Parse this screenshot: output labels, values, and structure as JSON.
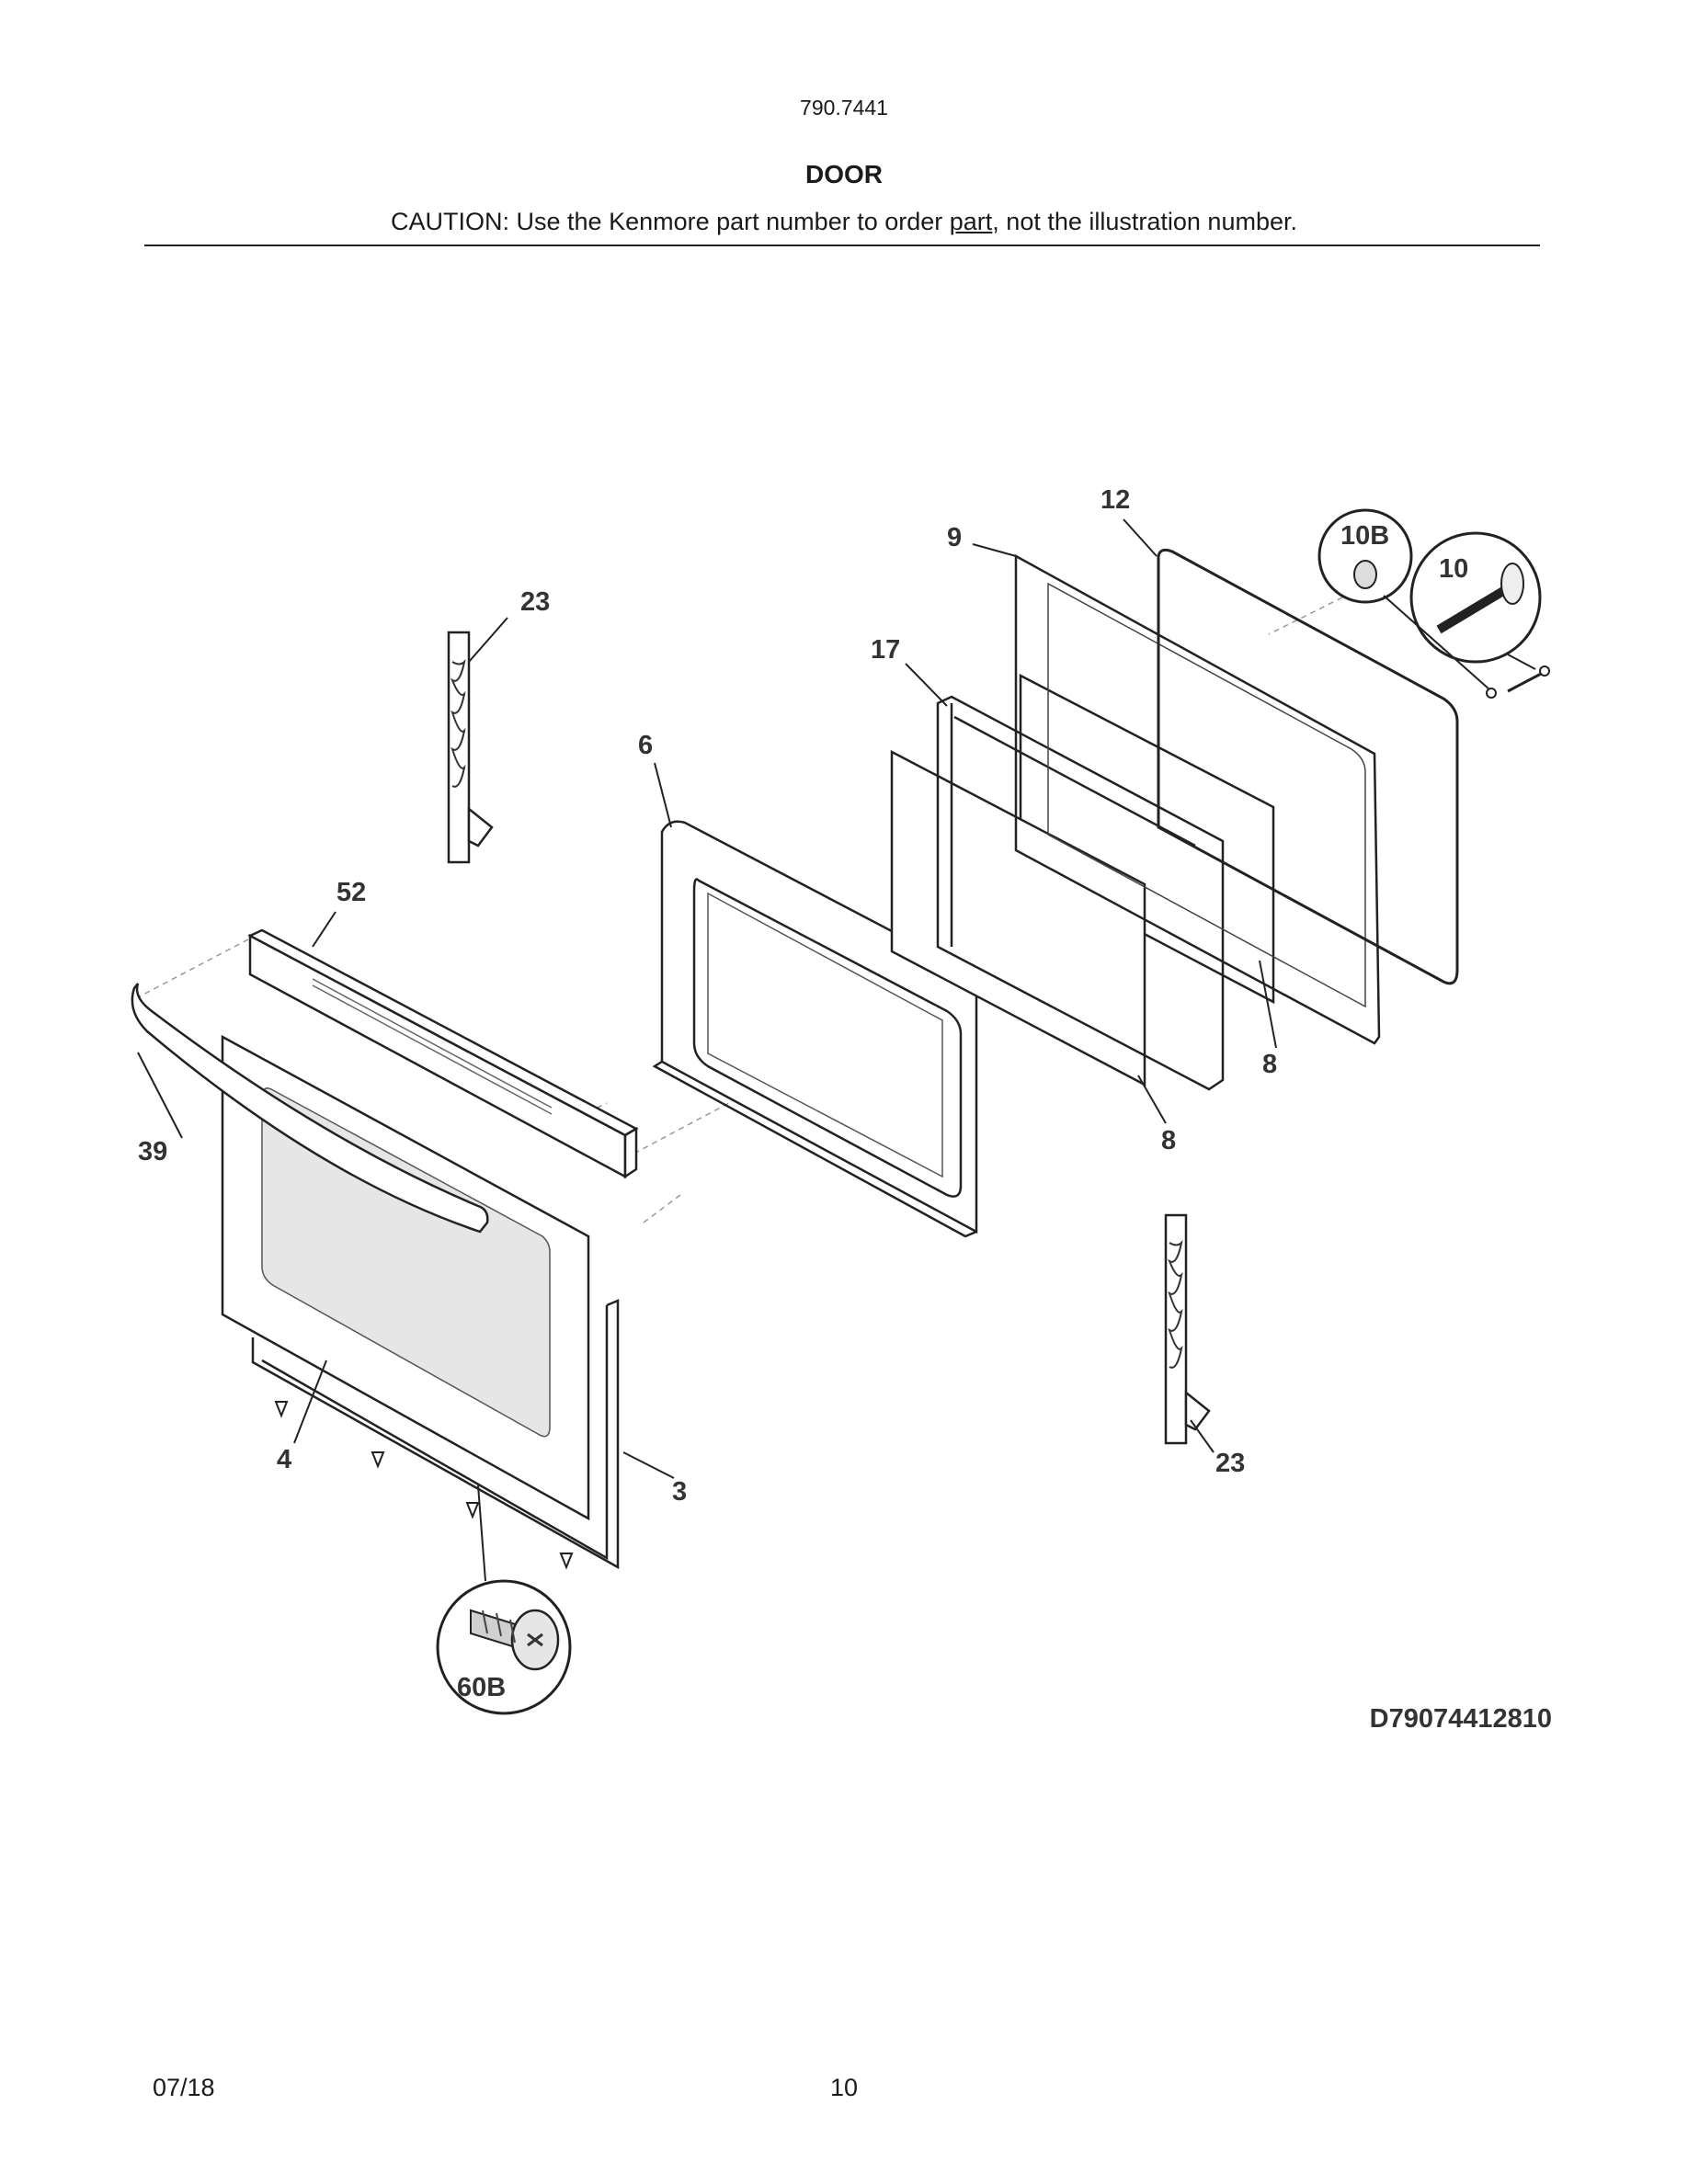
{
  "header": {
    "model_number": "790.7441",
    "section_title": "DOOR",
    "caution_prefix": "CAUTION: Use the Kenmore part number to order ",
    "caution_link": "part",
    "caution_suffix": ", not the illustration number."
  },
  "diagram": {
    "drawing_number": "D79074412810",
    "callouts": {
      "c12": "12",
      "c9": "9",
      "c10b": "10B",
      "c10": "10",
      "c23_top": "23",
      "c17": "17",
      "c6": "6",
      "c52": "52",
      "c39": "39",
      "c8_right": "8",
      "c8_left": "8",
      "c4": "4",
      "c3": "3",
      "c23_bottom": "23",
      "c60b": "60B"
    }
  },
  "footer": {
    "date": "07/18",
    "page_number": "10"
  }
}
